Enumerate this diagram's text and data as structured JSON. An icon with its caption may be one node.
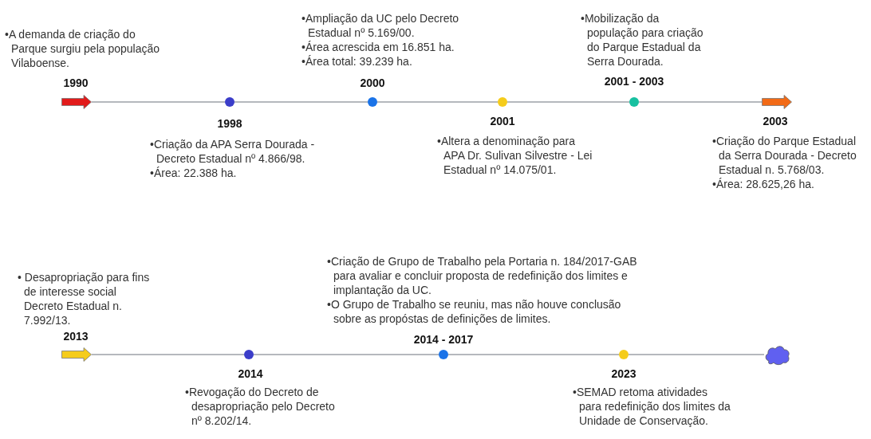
{
  "diagram": {
    "nodes": [
      {
        "text": [],
        "shape": "arrow",
        "beside": [
          "1990",
          "•A demanda de criação do Parque surgiu pela população Vilaboense."
        ]
      },
      {
        "text": [],
        "shape": "circle",
        "beside": [
          "1998",
          "•Criação da APA Serra Dourada - Decreto Estadual nº 4.866/98.",
          "•Área: 22.388 ha."
        ]
      },
      {
        "text": [],
        "shape": "circle",
        "beside": [
          "2000",
          "•Ampliação da UC pelo Decreto Estadual nº 5.169/00.",
          "•Área acrescida em 16.851 ha.",
          "•Área total: 39.239 ha."
        ]
      },
      {
        "text": [],
        "shape": "circle",
        "beside": [
          "2001",
          "•Altera a denominação para APA Dr. Sulivan Silvestre - Lei Estadual nº 14.075/01."
        ]
      },
      {
        "text": [],
        "shape": "circle",
        "beside": [
          "2001 - 2003",
          "•Mobilização da população para criação do Parque Estadual da Serra Dourada."
        ]
      },
      {
        "text": [],
        "shape": "arrow",
        "beside": [
          "2003",
          "•Criação do Parque Estadual da Serra Dourada - Decreto Estadual n. 5.768/03.",
          "•Área: 28.625,26 ha."
        ]
      },
      {
        "text": [],
        "shape": "arrow",
        "beside": [
          "2013",
          "• Desapropriação para fins de interesse social Decreto Estadual n. 7.992/13."
        ]
      },
      {
        "text": [],
        "shape": "circle",
        "beside": [
          "2014",
          "•Revogação do Decreto de desapropriação pelo Decreto nº 8.202/14."
        ]
      },
      {
        "text": [],
        "shape": "circle",
        "beside": [
          "2014 - 2017",
          "•Criação de Grupo de Trabalho pela Portaria n. 184/2017-GAB para avaliar e concluir proposta de redefinição dos limites e implantação da UC.",
          "•O Grupo de Trabalho se reuniu, mas não houve conclusão sobre as propóstas de definições de limites."
        ]
      },
      {
        "text": [],
        "shape": "circle",
        "beside": [
          "2023",
          "•SEMAD retoma atividades para redefinição dos limites da Unidade de Conservação."
        ]
      },
      {
        "text": [],
        "shape": "cloud"
      }
    ],
    "edges": [
      {
        "from": 0,
        "to": 1,
        "arrow": "none"
      },
      {
        "from": 1,
        "to": 2,
        "arrow": "none"
      },
      {
        "from": 2,
        "to": 3,
        "arrow": "none"
      },
      {
        "from": 3,
        "to": 4,
        "arrow": "none"
      },
      {
        "from": 4,
        "to": 5,
        "arrow": "none"
      },
      {
        "from": 6,
        "to": 7,
        "arrow": "none"
      },
      {
        "from": 7,
        "to": 8,
        "arrow": "none"
      },
      {
        "from": 8,
        "to": 9,
        "arrow": "none"
      },
      {
        "from": 9,
        "to": 10,
        "arrow": "none"
      }
    ]
  }
}
